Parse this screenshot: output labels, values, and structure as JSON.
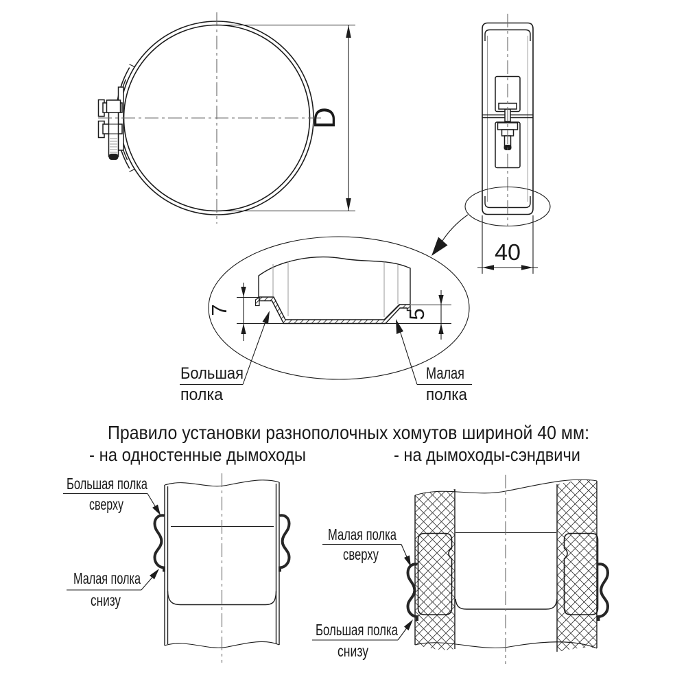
{
  "title": "Правило установки разнополочных хомутов шириной 40 мм:",
  "sections": {
    "single_wall": "- на одностенные дымоходы",
    "sandwich": "- на дымоходы-сэндвичи"
  },
  "dimensions": {
    "diameter_label": "D",
    "band_width_mm": "40",
    "big_flange_height_mm": "7",
    "small_flange_height_mm": "5"
  },
  "detail_labels": {
    "big_flange_line1": "Большая",
    "big_flange_line2": "полка",
    "small_flange_line1": "Малая",
    "small_flange_line2": "полка"
  },
  "single_wall_labels": {
    "top_line1": "Большая полка",
    "top_line2": "сверху",
    "bottom_line1": "Малая полка",
    "bottom_line2": "снизу"
  },
  "sandwich_labels": {
    "top_line1": "Малая полка",
    "top_line2": "сверху",
    "bottom_line1": "Большая полка",
    "bottom_line2": "снизу"
  },
  "colors": {
    "ink": "#1c1c1c",
    "background": "#ffffff",
    "centerline": "#676767",
    "bend_line": "#979797"
  }
}
